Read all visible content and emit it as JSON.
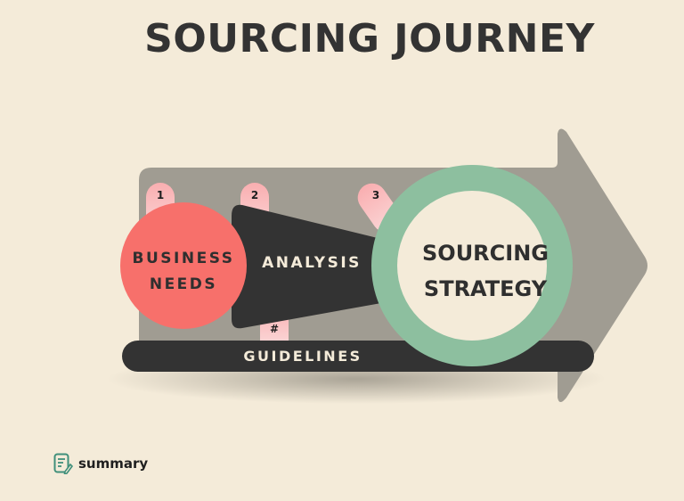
{
  "title": "SOURCING JOURNEY",
  "diagram": {
    "stages": [
      {
        "step": "1",
        "label_line1": "BUSINESS",
        "label_line2": "NEEDS",
        "color": "#f7706b"
      },
      {
        "step": "2",
        "label": "ANALYSIS",
        "color": "#333333"
      },
      {
        "step": "3",
        "label_line1": "SOURCING",
        "label_line2": "STRATEGY",
        "color": "#8dbf9f"
      }
    ],
    "foundation": {
      "step": "#",
      "label": "GUIDELINES",
      "color": "#333333"
    },
    "arrow_color": "#a09c92",
    "badge_color": "#f9b7b7",
    "background": "#f4ebd9"
  },
  "brand": {
    "name": "summary",
    "icon": "document-edit-icon",
    "icon_color": "#3f8f7a"
  }
}
